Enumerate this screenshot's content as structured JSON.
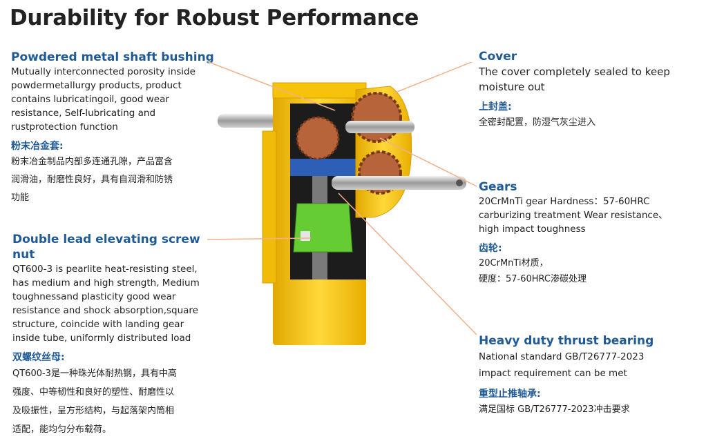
{
  "title": "Durability for Robust Performance",
  "sections": {
    "bushing": {
      "title_en": "Powdered metal shaft bushing",
      "desc_en": "Mutually interconnected porosity inside\npowdermetallurgy products, product\ncontains lubricatingoil, good wear\nresistance, Self-lubricating and\nrustprotection function",
      "title_zh": "粉末冶金套:",
      "desc_zh": "粉末冶金制品内部多连通孔隙，产品富含\n润滑油，耐磨性良好，具有自润滑和防锈\n功能"
    },
    "screw_nut": {
      "title_en": "Double lead elevating screw nut",
      "desc_en": "QT600-3 is pearlite heat-resisting steel,\nhas medium and high strength, Medium\ntoughnessand plasticity good wear\nresistance and shock absorption,square\nstructure, coincide with landing gear\ninside tube, uniformly distributed load",
      "title_zh": "双螺纹丝母:",
      "desc_zh": "QT600-3是一种珠光体耐热钢，具有中高\n强度、中等韧性和良好的塑性、耐磨性以\n及吸振性，呈方形结构，与起落架内筒相\n适配，能均匀分布载荷。"
    },
    "cover": {
      "title_en": "Cover",
      "desc_en": "The cover completely sealed to keep\nmoisture out",
      "title_zh": "上封盖:",
      "desc_zh": "全密封配置，防湿气灰尘进入"
    },
    "gears": {
      "title_en": "Gears",
      "desc_en": "20CrMnTi gear Hardness：57-60HRC\ncarburizing treatment Wear resistance、\nhigh impact toughness",
      "title_zh": "齿轮:",
      "desc_zh": "20CrMnTi材质，\n硬度：57-60HRC渗碳处理"
    },
    "bearing": {
      "title_en": "Heavy duty thrust bearing",
      "desc_en": "National standard GB/T26777-2023\nimpact requirement can be met",
      "title_zh": "重型止推轴承:",
      "desc_zh": "满足国标 GB/T26777-2023冲击要求"
    }
  },
  "colors": {
    "heading": "#1f5a96",
    "leader_line": "#f2b08a",
    "housing": "#f5c518",
    "nut": "#66cc33",
    "gear": "#b8643a"
  }
}
